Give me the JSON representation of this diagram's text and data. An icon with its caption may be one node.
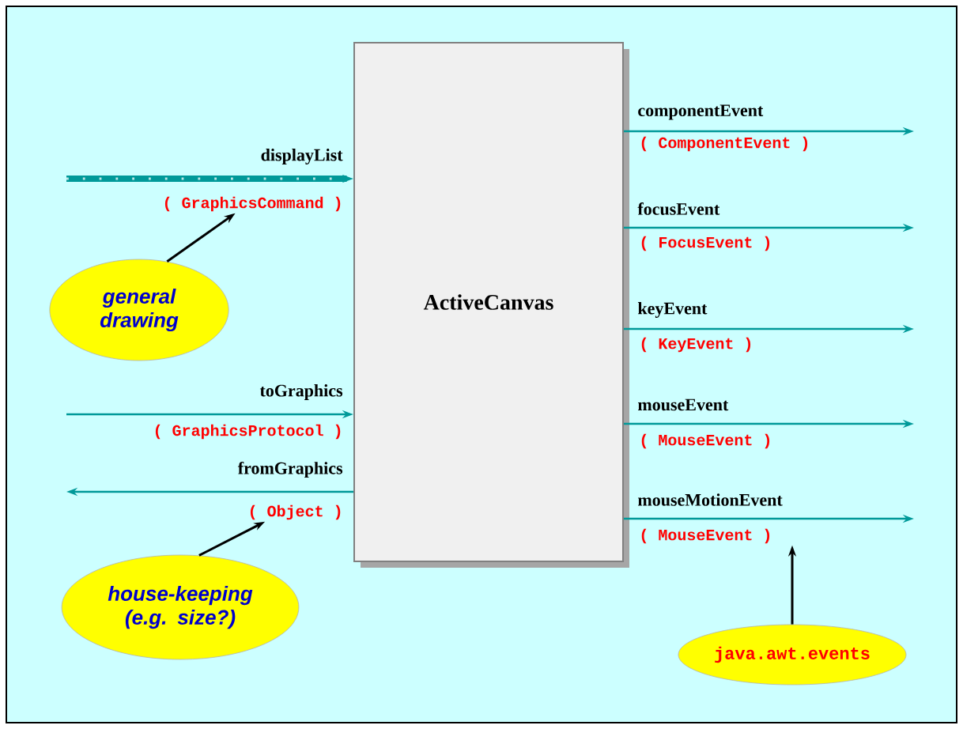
{
  "diagram": {
    "nodes": [
      {
        "text": [
          "ActiveCanvas"
        ]
      },
      {
        "text": [
          "( GraphicsCommand )"
        ]
      },
      {
        "text": [
          "general drawing"
        ]
      },
      {
        "text": [
          "( Object )"
        ]
      },
      {
        "text": [
          "house-keeping (e.g. size?)"
        ]
      },
      {
        "text": [
          "( MouseEvent )"
        ]
      },
      {
        "text": [
          "java.awt.event**s**"
        ]
      }
    ],
    "edges": [
      {
        "from": null,
        "to": 0,
        "arrow": "to",
        "label": "displayList",
        "style": "thick"
      },
      {
        "from": null,
        "to": 0,
        "arrow": "to",
        "label": "toGraphics"
      },
      {
        "from": 0,
        "to": null,
        "arrow": "to",
        "label": "fromGraphics"
      },
      {
        "from": 0,
        "to": null,
        "arrow": "to",
        "label": "componentEvent"
      },
      {
        "from": 0,
        "to": null,
        "arrow": "to",
        "label": "focusEvent"
      },
      {
        "from": 0,
        "to": null,
        "arrow": "to",
        "label": "keyEvent"
      },
      {
        "from": 0,
        "to": null,
        "arrow": "to",
        "label": "mouseEvent"
      },
      {
        "from": 0,
        "to": null,
        "arrow": "to",
        "label": "mouseMotionEvent"
      },
      {
        "from": 2,
        "to": 1,
        "arrow": "to",
        "color": "#000000"
      },
      {
        "from": 4,
        "to": 3,
        "arrow": "to",
        "color": "#000000"
      },
      {
        "from": 6,
        "to": 5,
        "arrow": "to",
        "color": "#000000"
      }
    ],
    "labels": [
      "( GraphicsProtocol )",
      "( ComponentEvent )",
      "( FocusEvent )",
      "( KeyEvent )",
      "( MouseEvent )"
    ]
  }
}
